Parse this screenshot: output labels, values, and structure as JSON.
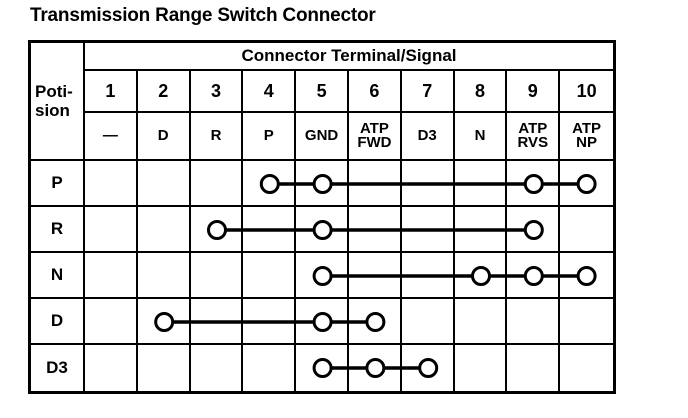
{
  "title": "Transmission Range Switch Connector",
  "colors": {
    "ink": "#000000",
    "paper": "#ffffff"
  },
  "table": {
    "position_header_line1": "Poti-",
    "position_header_line2": "sion",
    "group_header": "Connector Terminal/Signal",
    "terminals": [
      "1",
      "2",
      "3",
      "4",
      "5",
      "6",
      "7",
      "8",
      "9",
      "10"
    ],
    "signals": [
      "—",
      "D",
      "R",
      "P",
      "GND",
      "ATP FWD",
      "D3",
      "N",
      "ATP RVS",
      "ATP NP"
    ],
    "rows": [
      {
        "position": "P",
        "circles": [
          4,
          5,
          9,
          10
        ],
        "line": [
          4,
          10
        ]
      },
      {
        "position": "R",
        "circles": [
          3,
          5,
          9
        ],
        "line": [
          3,
          9
        ]
      },
      {
        "position": "N",
        "circles": [
          5,
          8,
          9,
          10
        ],
        "line": [
          5,
          10
        ]
      },
      {
        "position": "D",
        "circles": [
          2,
          5,
          6
        ],
        "line": [
          2,
          6
        ]
      },
      {
        "position": "D3",
        "circles": [
          5,
          6,
          7
        ],
        "line": [
          5,
          7
        ]
      }
    ]
  }
}
